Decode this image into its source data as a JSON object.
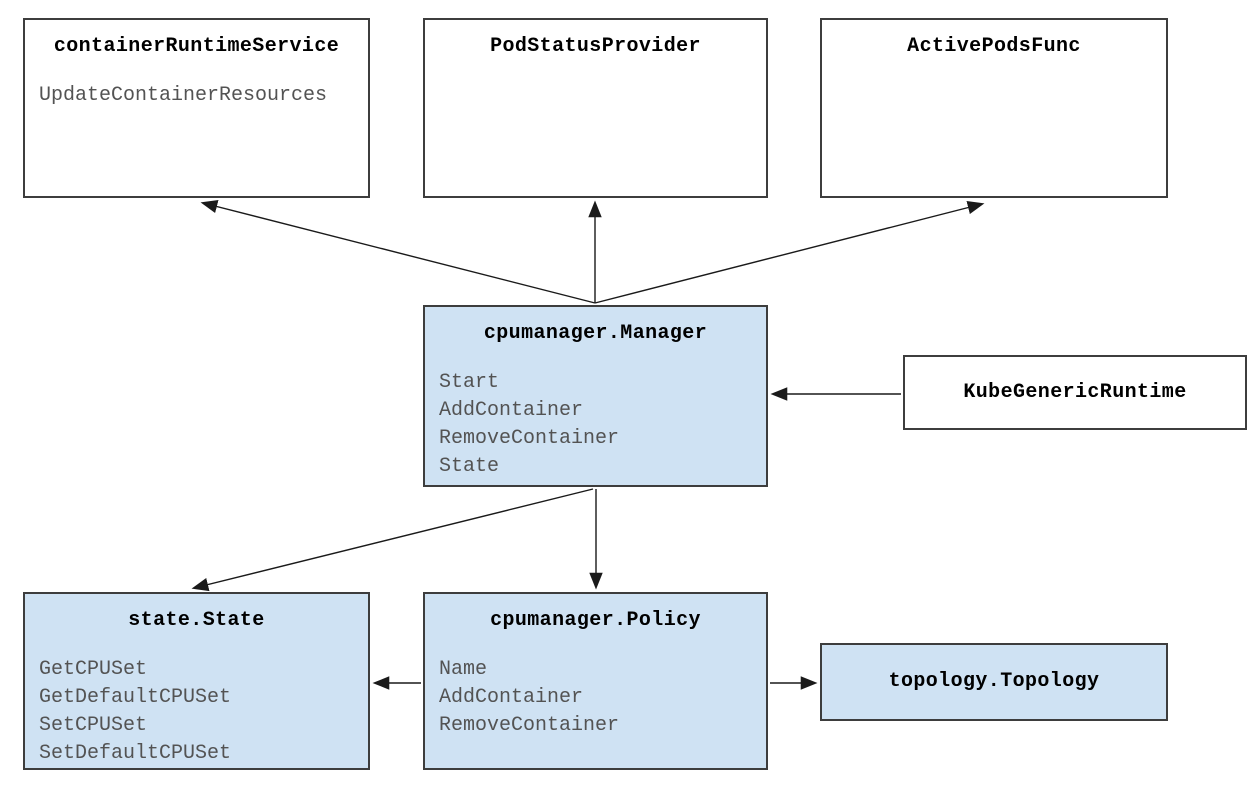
{
  "colors": {
    "node_fill_blue": "#cfe2f3",
    "node_fill_white": "#ffffff",
    "node_border": "#3d3d3d",
    "title_text": "#000000",
    "method_text": "#535353",
    "arrow": "#1a1a1a"
  },
  "nodes": {
    "container_runtime_service": {
      "title": "containerRuntimeService",
      "methods": [
        "UpdateContainerResources"
      ]
    },
    "pod_status_provider": {
      "title": "PodStatusProvider",
      "methods": []
    },
    "active_pods_func": {
      "title": "ActivePodsFunc",
      "methods": []
    },
    "cpumanager_manager": {
      "title": "cpumanager.Manager",
      "methods": [
        "Start",
        "AddContainer",
        "RemoveContainer",
        "State"
      ]
    },
    "kube_generic_runtime": {
      "title": "KubeGenericRuntime",
      "methods": []
    },
    "state_state": {
      "title": "state.State",
      "methods": [
        "GetCPUSet",
        "GetDefaultCPUSet",
        "SetCPUSet",
        "SetDefaultCPUSet"
      ]
    },
    "cpumanager_policy": {
      "title": "cpumanager.Policy",
      "methods": [
        "Name",
        "AddContainer",
        "RemoveContainer"
      ]
    },
    "topology_topology": {
      "title": "topology.Topology",
      "methods": []
    }
  },
  "edges": [
    {
      "from": "cpumanager.Manager",
      "to": "containerRuntimeService"
    },
    {
      "from": "cpumanager.Manager",
      "to": "PodStatusProvider"
    },
    {
      "from": "cpumanager.Manager",
      "to": "ActivePodsFunc"
    },
    {
      "from": "KubeGenericRuntime",
      "to": "cpumanager.Manager"
    },
    {
      "from": "cpumanager.Manager",
      "to": "state.State"
    },
    {
      "from": "cpumanager.Manager",
      "to": "cpumanager.Policy"
    },
    {
      "from": "cpumanager.Policy",
      "to": "state.State"
    },
    {
      "from": "cpumanager.Policy",
      "to": "topology.Topology"
    }
  ]
}
